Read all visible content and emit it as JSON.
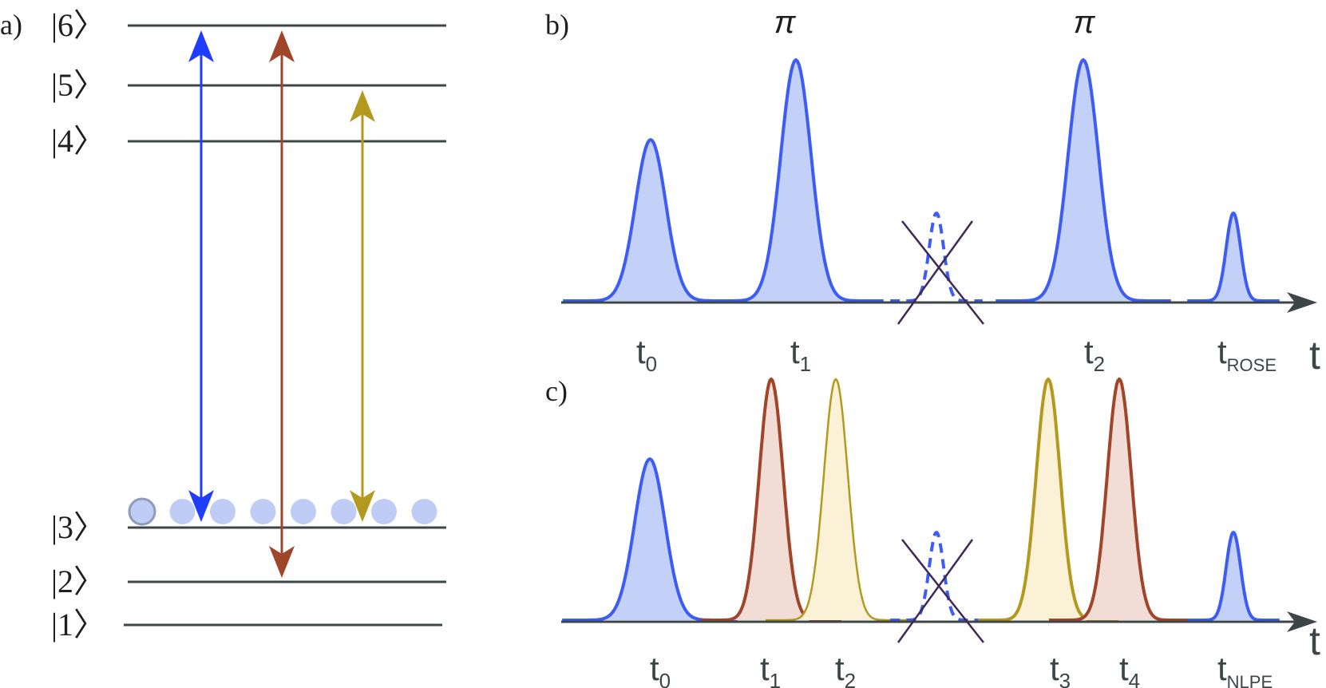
{
  "panels": {
    "a": {
      "label": "a)",
      "levels": [
        {
          "name": "|6〉",
          "key": "6"
        },
        {
          "name": "|5〉",
          "key": "5"
        },
        {
          "name": "|4〉",
          "key": "4"
        },
        {
          "name": "|3〉",
          "key": "3"
        },
        {
          "name": "|2〉",
          "key": "2"
        },
        {
          "name": "|1〉",
          "key": "1"
        }
      ],
      "transitions": [
        {
          "from": "3",
          "to": "6",
          "color": "#1f3cff"
        },
        {
          "from": "2",
          "to": "6",
          "color": "#a0442a"
        },
        {
          "from": "3",
          "to": "5",
          "color": "#b39a1e"
        }
      ],
      "atom_count": 8,
      "atom_color": "#b8c8f5"
    },
    "b": {
      "label": "b)",
      "pi_labels": [
        "π",
        "π"
      ],
      "time_labels": [
        {
          "base": "t",
          "sub": "0"
        },
        {
          "base": "t",
          "sub": "1"
        },
        {
          "base": "t",
          "sub": "2"
        },
        {
          "base": "t",
          "sub": "ROSE"
        }
      ],
      "axis_label": "t"
    },
    "c": {
      "label": "c)",
      "time_labels": [
        {
          "base": "t",
          "sub": "0"
        },
        {
          "base": "t",
          "sub": "1"
        },
        {
          "base": "t",
          "sub": "2"
        },
        {
          "base": "t",
          "sub": "3"
        },
        {
          "base": "t",
          "sub": "4"
        },
        {
          "base": "t",
          "sub": "NLPE"
        }
      ],
      "axis_label": "t"
    }
  },
  "colors": {
    "blue": "#3d5cf5",
    "blue_fill": "#c3d0f7",
    "red": "#a0442a",
    "red_fill": "#f2dcd6",
    "gold": "#b39a1e",
    "gold_fill": "#fbf1d6",
    "cross": "#3f2a52"
  }
}
